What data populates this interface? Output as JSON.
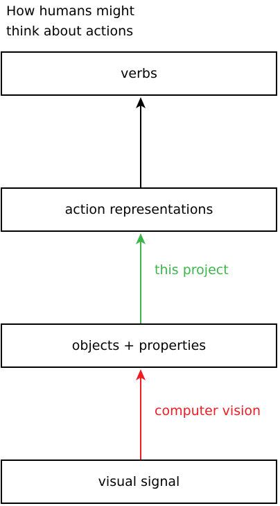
{
  "title": "How humans might\nthink about actions",
  "boxes": {
    "verbs": "verbs",
    "action_representations": "action representations",
    "objects_properties": "objects + properties",
    "visual_signal": "visual signal"
  },
  "arrows": {
    "verbs_arrow": {
      "color": "#000000"
    },
    "this_project": {
      "label": "this project",
      "color": "#3db54a"
    },
    "computer_vision": {
      "label": "computer vision",
      "color": "#ee1c24"
    }
  }
}
